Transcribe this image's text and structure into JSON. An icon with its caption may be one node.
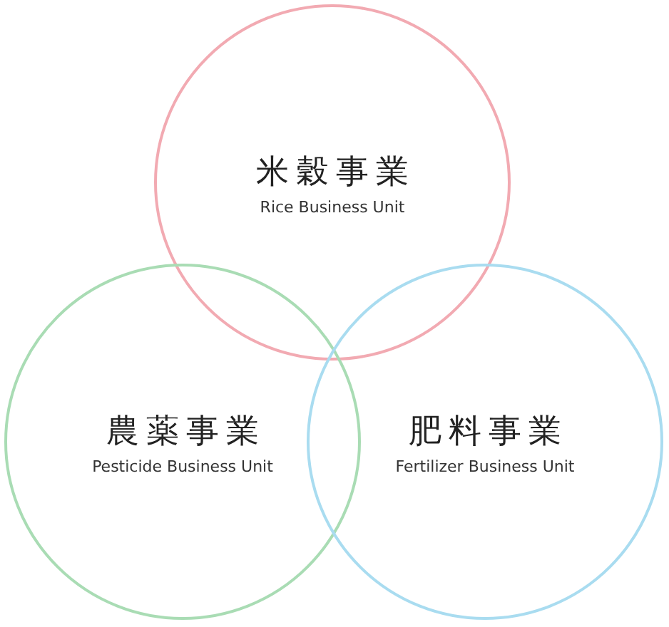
{
  "diagram": {
    "nodes": [
      {
        "text": [
          "米穀事業",
          "Rice Business Unit"
        ]
      },
      {
        "text": [
          "農薬事業",
          "Pesticide Business Unit"
        ]
      },
      {
        "text": [
          "肥料事業",
          "Fertilizer Business Unit"
        ]
      }
    ]
  }
}
